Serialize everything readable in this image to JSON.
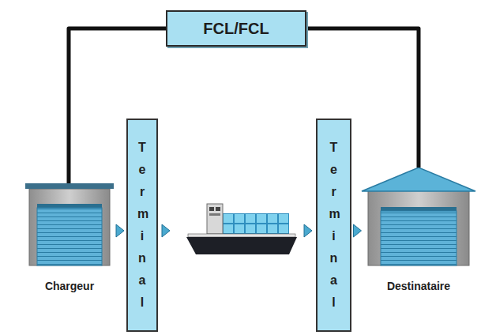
{
  "diagram": {
    "nodes": [
      {
        "text": [
          "FCL/FCL"
        ]
      },
      {
        "text": [
          "Chargeur"
        ]
      },
      {
        "text": [
          "Terminal"
        ]
      },
      {
        "text": [
          "Terminal"
        ]
      },
      {
        "text": [
          "Destinataire"
        ]
      }
    ],
    "edges": [
      {
        "from": 1,
        "to": 0,
        "arrow": "none"
      },
      {
        "from": 0,
        "to": 4,
        "arrow": "none"
      },
      {
        "from": 1,
        "to": 2,
        "arrow": "to"
      },
      {
        "from": 2,
        "to": 3,
        "arrow": "to"
      },
      {
        "from": 3,
        "to": 4,
        "arrow": "to"
      }
    ]
  }
}
